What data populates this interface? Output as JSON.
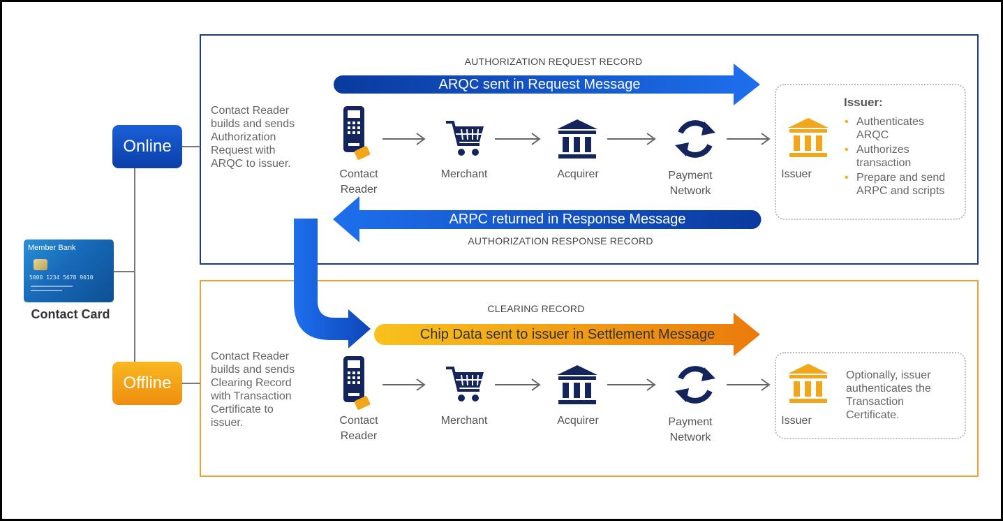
{
  "card": {
    "bank_name": "Member Bank",
    "number": "5000 1234 5678 9010",
    "caption": "Contact Card"
  },
  "online": {
    "mode_label": "Online",
    "description": "Contact Reader builds and sends Authorization Request with ARQC to issuer.",
    "request_record_label": "AUTHORIZATION REQUEST RECORD",
    "request_arrow_text": "ARQC sent in Request Message",
    "response_arrow_text": "ARPC returned in Response Message",
    "response_record_label": "AUTHORIZATION RESPONSE RECORD",
    "nodes": {
      "reader_line1": "Contact",
      "reader_line2": "Reader",
      "merchant": "Merchant",
      "acquirer": "Acquirer",
      "network_line1": "Payment",
      "network_line2": "Network",
      "issuer": "Issuer"
    },
    "issuer_title": "Issuer:",
    "issuer_bullets": [
      "Authenticates ARQC",
      "Authorizes transaction",
      "Prepare and send ARPC and scripts"
    ]
  },
  "offline": {
    "mode_label": "Offline",
    "description": "Contact Reader builds and sends Clearing Record with Transaction Certificate to issuer.",
    "record_label": "CLEARING RECORD",
    "arrow_text": "Chip Data sent to issuer in Settlement Message",
    "nodes": {
      "reader_line1": "Contact",
      "reader_line2": "Reader",
      "merchant": "Merchant",
      "acquirer": "Acquirer",
      "network_line1": "Payment",
      "network_line2": "Network",
      "issuer": "Issuer"
    },
    "issuer_note": "Optionally, issuer authenticates the Transaction Certificate."
  },
  "colors": {
    "blue_dark": "#0a3a9e",
    "blue_bright": "#1e6fee",
    "navy_icon": "#14255e",
    "orange": "#f2a71b",
    "orange_dark": "#ea7a0c",
    "online_border": "#1a3a8c",
    "offline_border": "#f0a030"
  },
  "icons": [
    "card-reader-icon",
    "shopping-cart-icon",
    "bank-icon",
    "sync-icon",
    "issuer-bank-icon"
  ]
}
